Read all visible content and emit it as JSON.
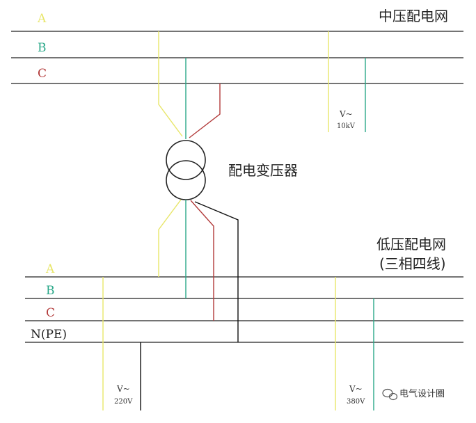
{
  "medium_voltage_grid": {
    "title": "中压配电网",
    "phases": [
      "A",
      "B",
      "C"
    ]
  },
  "transformer": {
    "label": "配电变压器"
  },
  "low_voltage_grid": {
    "title": "低压配电网",
    "subtitle": "(三相四线)",
    "phases": [
      "A",
      "B",
      "C"
    ],
    "neutral": "N(PE)"
  },
  "meters": {
    "mv": {
      "symbol": "V~",
      "value": "10kV"
    },
    "lv_phase_neutral": {
      "symbol": "V~",
      "value": "220V"
    },
    "lv_phase_phase": {
      "symbol": "V~",
      "value": "380V"
    }
  },
  "watermark": "电气设计圈",
  "colors": {
    "phase_a": "#e8e66a",
    "phase_b": "#2aa889",
    "phase_c": "#b23a3a",
    "neutral": "#111111",
    "line": "#222222"
  }
}
